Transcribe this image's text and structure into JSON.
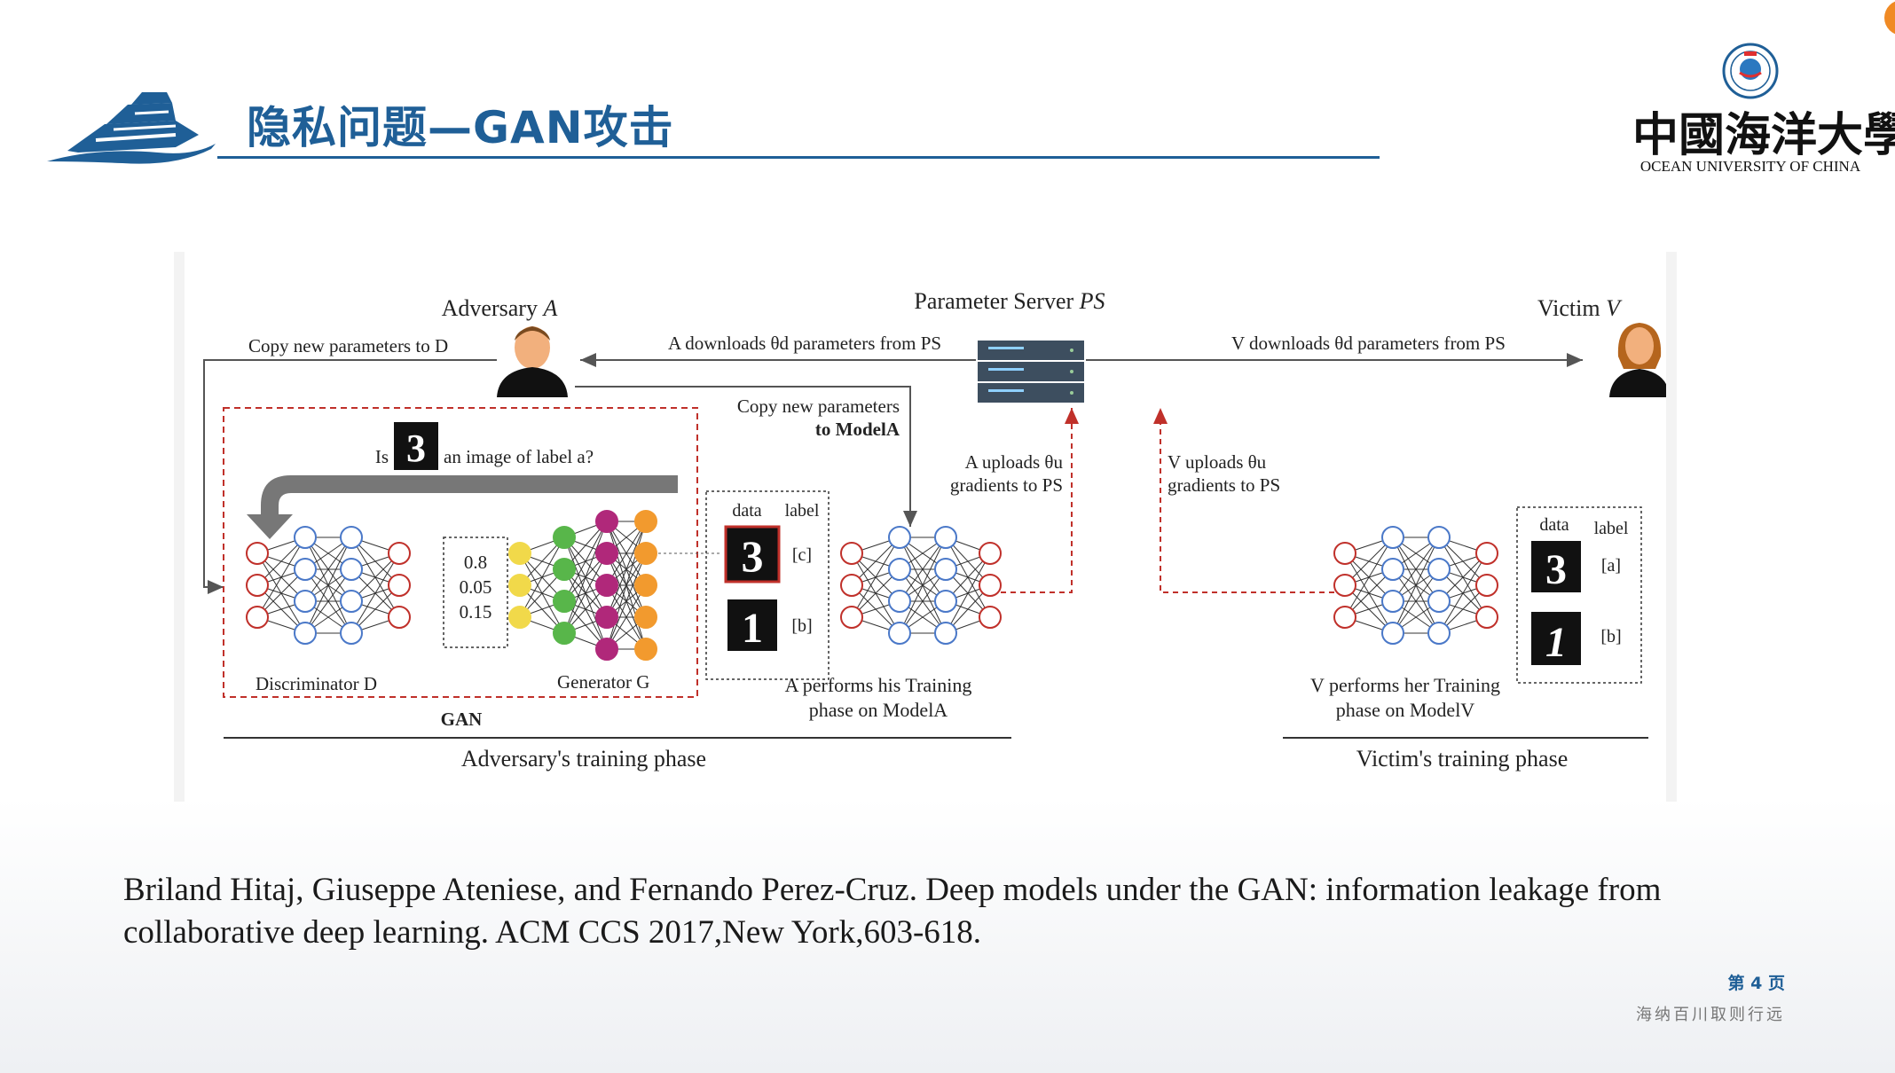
{
  "slide": {
    "title": "隐私问题—GAN攻击",
    "logo_cn": "中國海洋大學",
    "logo_en": "OCEAN UNIVERSITY OF CHINA",
    "page_number": "第 4 页",
    "motto": "海纳百川取则行远",
    "reference": "Briland Hitaj, Giuseppe Ateniese, and Fernando Perez-Cruz. Deep models under the GAN: information leakage from collaborative deep learning. ACM CCS 2017,New York,603-618.",
    "colors": {
      "brand_blue": "#1f5f97",
      "accent_orange": "#f08a24"
    }
  },
  "diagram": {
    "adversary": "Adversary",
    "adversary_var": "A",
    "parameter_server": "Parameter Server",
    "parameter_server_var": "PS",
    "victim": "Victim",
    "victim_var": "V",
    "copy_to_d": "Copy new parameters to D",
    "a_downloads": "A downloads θd parameters from PS",
    "v_downloads": "V downloads θd parameters from PS",
    "copy_to_model_1": "Copy new parameters",
    "copy_to_model_2": "to ModelA",
    "a_uploads_1": "A uploads θu",
    "a_uploads_2": "gradients to PS",
    "v_uploads_1": "V uploads θu",
    "v_uploads_2": "gradients to PS",
    "is_image_prefix": "Is",
    "is_image_suffix": "an image of label a?",
    "scores": [
      "0.8",
      "0.05",
      "0.15"
    ],
    "discriminator": "Discriminator D",
    "generator": "Generator G",
    "gan": "GAN",
    "adv_table_data": "data",
    "adv_table_label": "label",
    "adv_labels": [
      "[c]",
      "[b]"
    ],
    "adv_training_1": "A performs his Training",
    "adv_training_2": "phase on ModelA",
    "vic_table_data": "data",
    "vic_table_label": "label",
    "vic_labels": [
      "[a]",
      "[b]"
    ],
    "vic_training_1": "V performs her Training",
    "vic_training_2": "phase on ModelV",
    "adversary_phase": "Adversary's training phase",
    "victim_phase": "Victim's training phase"
  }
}
